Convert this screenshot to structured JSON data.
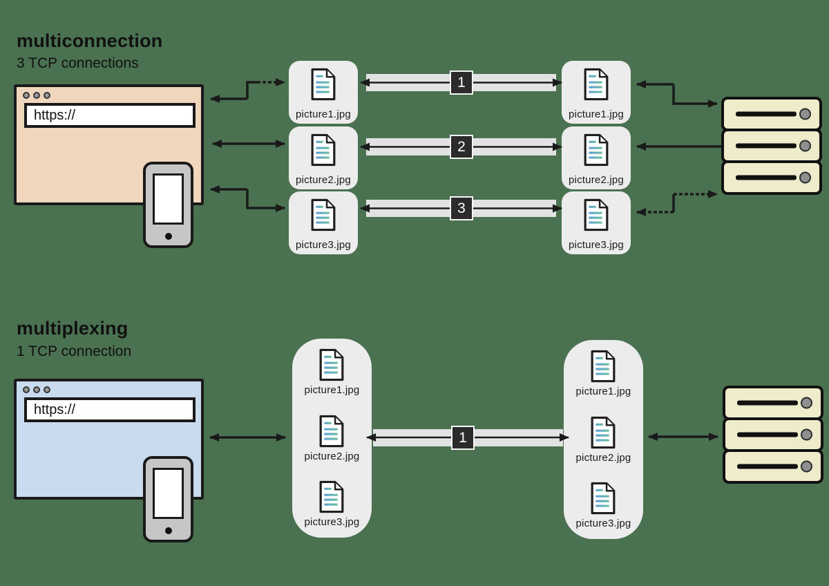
{
  "colors": {
    "background": "#4a7150",
    "browser_multiconnection": "#f0d6bd",
    "browser_multiplexing": "#c9dbef",
    "file_card_bg": "#ececec",
    "pipe_bg": "#e2e2e2",
    "connection_badge_bg": "#2b2b2b",
    "server_bg": "#eeeccb",
    "outline": "#1a1a1a",
    "doc_line_gradient_start": "#5f9fd8",
    "doc_line_gradient_end": "#6cc0a0"
  },
  "icons": {
    "document": "document-icon",
    "browser": "browser-window",
    "phone": "smartphone-icon",
    "server": "server-stack-icon"
  },
  "multiconnection": {
    "title": "multiconnection",
    "subtitle": "3 TCP connections",
    "browser": {
      "url": "https://"
    },
    "client_files": [
      {
        "label": "picture1.jpg"
      },
      {
        "label": "picture2.jpg"
      },
      {
        "label": "picture3.jpg"
      }
    ],
    "server_files": [
      {
        "label": "picture1.jpg"
      },
      {
        "label": "picture2.jpg"
      },
      {
        "label": "picture3.jpg"
      }
    ],
    "connections": [
      {
        "id": "1"
      },
      {
        "id": "2"
      },
      {
        "id": "3"
      }
    ]
  },
  "multiplexing": {
    "title": "multiplexing",
    "subtitle": "1 TCP connection",
    "browser": {
      "url": "https://"
    },
    "client_files": [
      {
        "label": "picture1.jpg"
      },
      {
        "label": "picture2.jpg"
      },
      {
        "label": "picture3.jpg"
      }
    ],
    "server_files": [
      {
        "label": "picture1.jpg"
      },
      {
        "label": "picture2.jpg"
      },
      {
        "label": "picture3.jpg"
      }
    ],
    "connections": [
      {
        "id": "1"
      }
    ]
  }
}
